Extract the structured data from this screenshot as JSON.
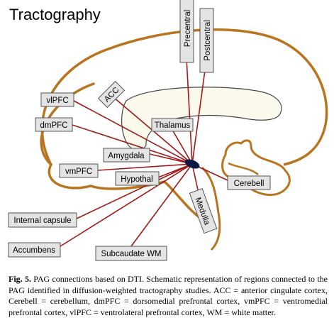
{
  "title": "Tractography",
  "colors": {
    "brain_outline": "#b8741e",
    "tract": "#a01818",
    "label_fill": "#e4e4e4",
    "label_border": "#555555",
    "thalamus_fill": "#fbf8ec",
    "pag": "#0b1a44"
  },
  "regions": {
    "precentral": "Precentral",
    "postcentral": "Postcentral",
    "acc": "ACC",
    "vlpfc": "vlPFC",
    "dmpfc": "dmPFC",
    "thalamus": "Thalamus",
    "amygdala": "Amygdala",
    "vmpfc": "vmPFC",
    "hypothal": "Hypothal",
    "cerebell": "Cerebell",
    "medulla": "Medulla",
    "internal_capsule": "Internal capsule",
    "accumbens": "Accumbens",
    "subcaudate_wm": "Subcaudate WM"
  },
  "caption": {
    "label": "Fig. 5.",
    "text": " PAG connections based on DTI. Schematic representation of regions connected to the PAG identified in diffusion-weighted tractography studies. ACC = anterior cingulate cortex, Cerebell = cerebellum, dmPFC = dorsomedial prefrontal cortex, vmPFC = ventromedial prefrontal cortex, vlPFC = ventrolateral prefrontal cortex, WM = white matter."
  }
}
